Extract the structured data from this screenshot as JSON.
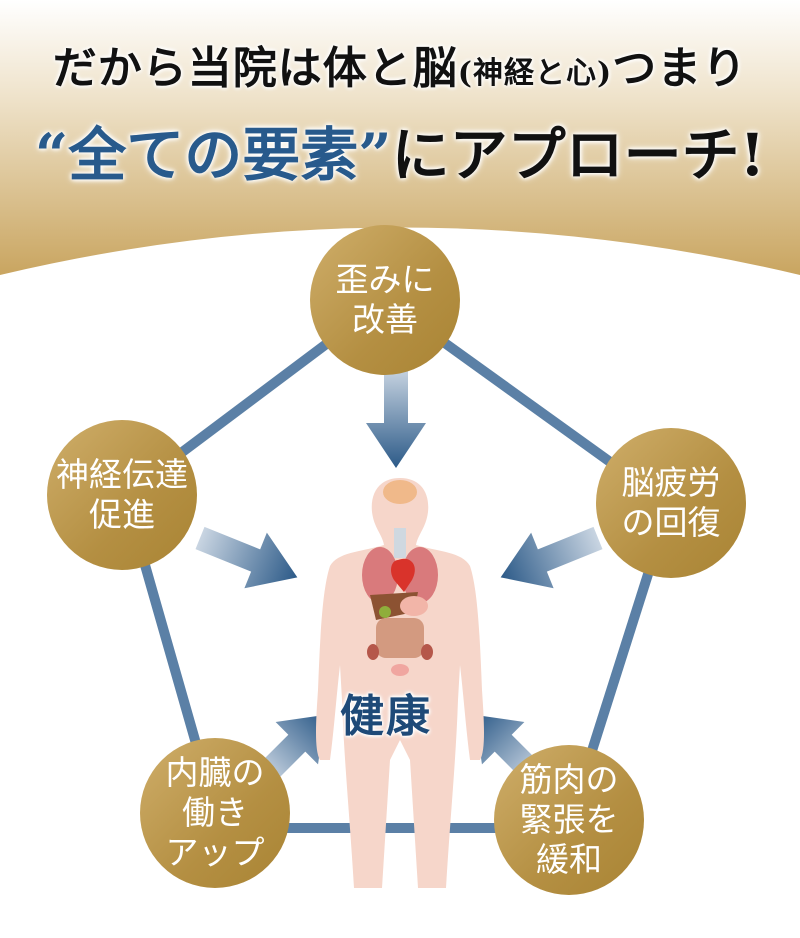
{
  "header": {
    "line1_a": "だから当院は体と脳",
    "line1_paren": "(神経と心)",
    "line1_b": "つまり",
    "line2_blue": "“全ての要素”",
    "line2_rest": "にアプローチ!"
  },
  "center": {
    "label": "健康"
  },
  "nodes": [
    {
      "lines": [
        "歪みに",
        "改善"
      ]
    },
    {
      "lines": [
        "神経伝達",
        "促進"
      ]
    },
    {
      "lines": [
        "脳疲労",
        "の回復"
      ]
    },
    {
      "lines": [
        "内臓の",
        "働き",
        "アップ"
      ]
    },
    {
      "lines": [
        "筋肉の",
        "緊張を",
        "緩和"
      ]
    }
  ],
  "colors": {
    "gold": "#b48f42",
    "blue": "#2a5a88",
    "line": "#5b80a6",
    "skin": "#f6d6ca"
  }
}
